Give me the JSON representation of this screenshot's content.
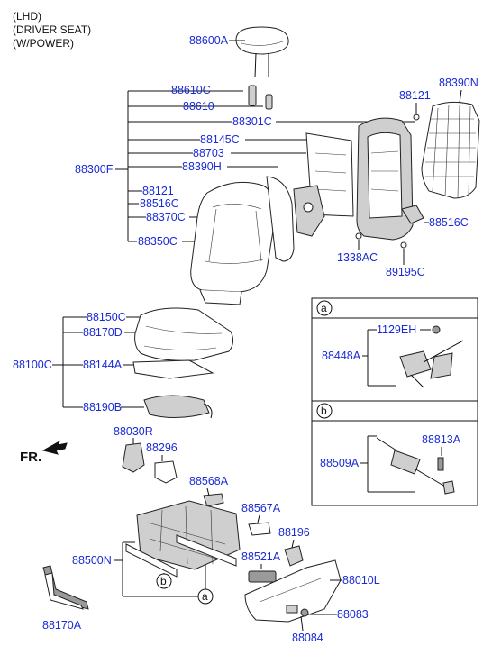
{
  "header": {
    "line1": "(LHD)",
    "line2": "(DRIVER SEAT)",
    "line3": "(W/POWER)"
  },
  "labels": {
    "l88600A": "88600A",
    "l88610C": "88610C",
    "l88610": "88610",
    "l88301C": "88301C",
    "l88145C": "88145C",
    "l88703": "88703",
    "l88390H": "88390H",
    "l88300F": "88300F",
    "l88121a": "88121",
    "l88516Ca": "88516C",
    "l88370C": "88370C",
    "l88350C": "88350C",
    "l88121b": "88121",
    "l88390N": "88390N",
    "l88516Cb": "88516C",
    "l1338AC": "1338AC",
    "l89195C": "89195C",
    "l88150C": "88150C",
    "l88170D": "88170D",
    "l88100C": "88100C",
    "l88144A": "88144A",
    "l88190B": "88190B",
    "l88030R": "88030R",
    "l88296": "88296",
    "l88568A": "88568A",
    "l88567A": "88567A",
    "l88196": "88196",
    "l88500N": "88500N",
    "l88521A": "88521A",
    "l88010L": "88010L",
    "l88170A": "88170A",
    "l88083": "88083",
    "l88084": "88084",
    "l1129EH": "1129EH",
    "l88448A": "88448A",
    "l88509A": "88509A",
    "l88813A": "88813A"
  },
  "callouts": {
    "a": "a",
    "b": "b"
  },
  "direction": {
    "fr": "FR."
  }
}
